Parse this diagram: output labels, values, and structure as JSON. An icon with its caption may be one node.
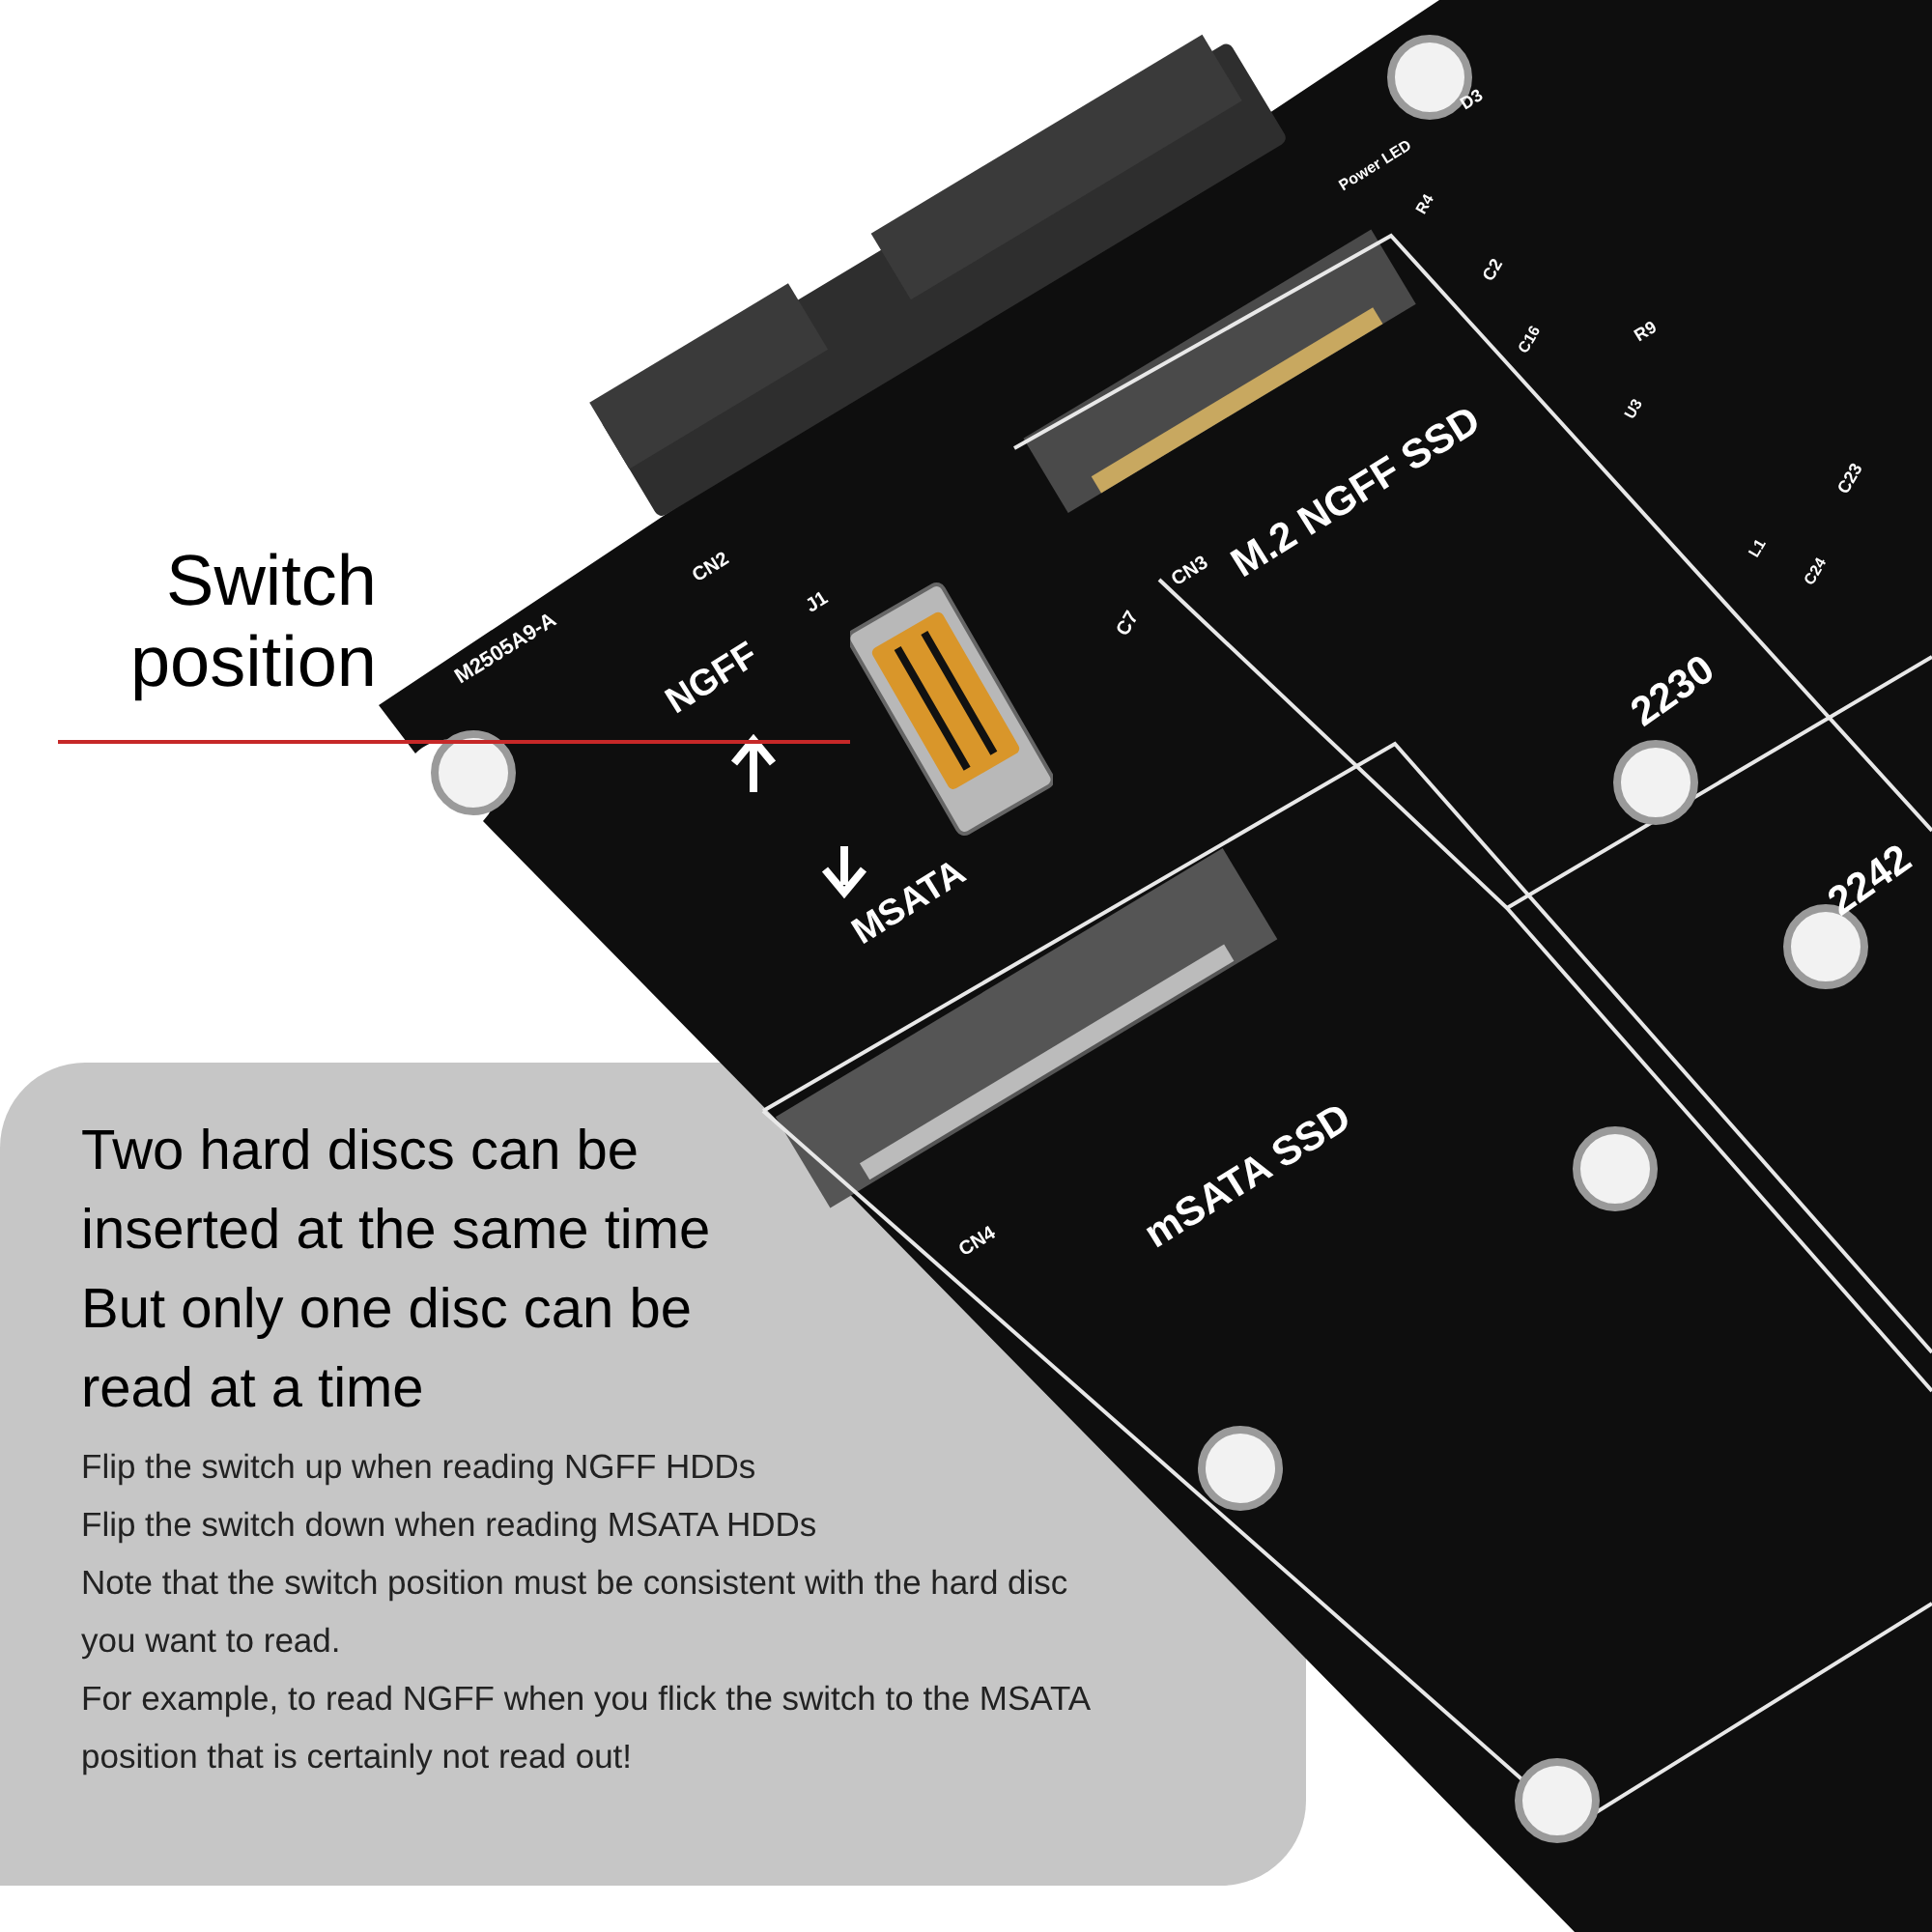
{
  "diagram": {
    "nodes": [
      {
        "text": [
          "Switch position"
        ]
      },
      {
        "text": [],
        "shape": "picture"
      },
      {
        "text": [
          "Two hard discs can be inserted at the same time",
          "But only one disc can be read at a time",
          "Flip the switch up when reading NGFF HDDs",
          "Flip the switch down when reading MSATA HDDs",
          "Note that the switch position must be consistent with the hard disc you want to read.",
          "For example, to read NGFF when you flick the switch to the MSATA position that is certainly not read out!"
        ]
      }
    ],
    "edges": [
      {
        "from": 0,
        "to": 1,
        "arrow": "none",
        "color": "#c62828"
      }
    ],
    "labels": [
      "Power LED",
      "D3",
      "R4",
      "C2",
      "C16",
      "R9",
      "U3",
      "C23",
      "L1",
      "C24",
      "M2505A9-A",
      "CN2",
      "J1",
      "NGFF",
      "C7",
      "CN3",
      "M.2 NGFF SSD",
      "2230",
      "MSATA",
      "2242",
      "mSATA SSD",
      "CN4"
    ]
  }
}
